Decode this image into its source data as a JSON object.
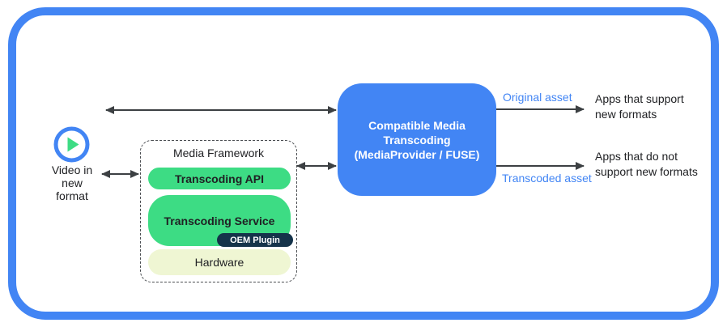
{
  "colors": {
    "frame_blue": "#4285f4",
    "transcoder_blue": "#4285f4",
    "android_green": "#3ddc84",
    "oem_navy": "#15334a",
    "hardware_cream": "#eff6d3",
    "arrow_gray": "#3c4043",
    "asset_label_blue": "#4285f4"
  },
  "icons": {
    "source": "play-icon"
  },
  "source": {
    "label": "Video in\nnew\nformat"
  },
  "media_framework": {
    "title": "Media Framework",
    "api_label": "Transcoding API",
    "service_label": "Transcoding Service",
    "oem_label": "OEM Plugin",
    "hardware_label": "Hardware"
  },
  "transcoder": {
    "title": "Compatible Media\nTranscoding\n(MediaProvider / FUSE)"
  },
  "flows": {
    "original": {
      "label": "Original asset",
      "target": "Apps that support\nnew formats"
    },
    "transcoded": {
      "label": "Transcoded asset",
      "target": "Apps that do not\nsupport new formats"
    }
  }
}
